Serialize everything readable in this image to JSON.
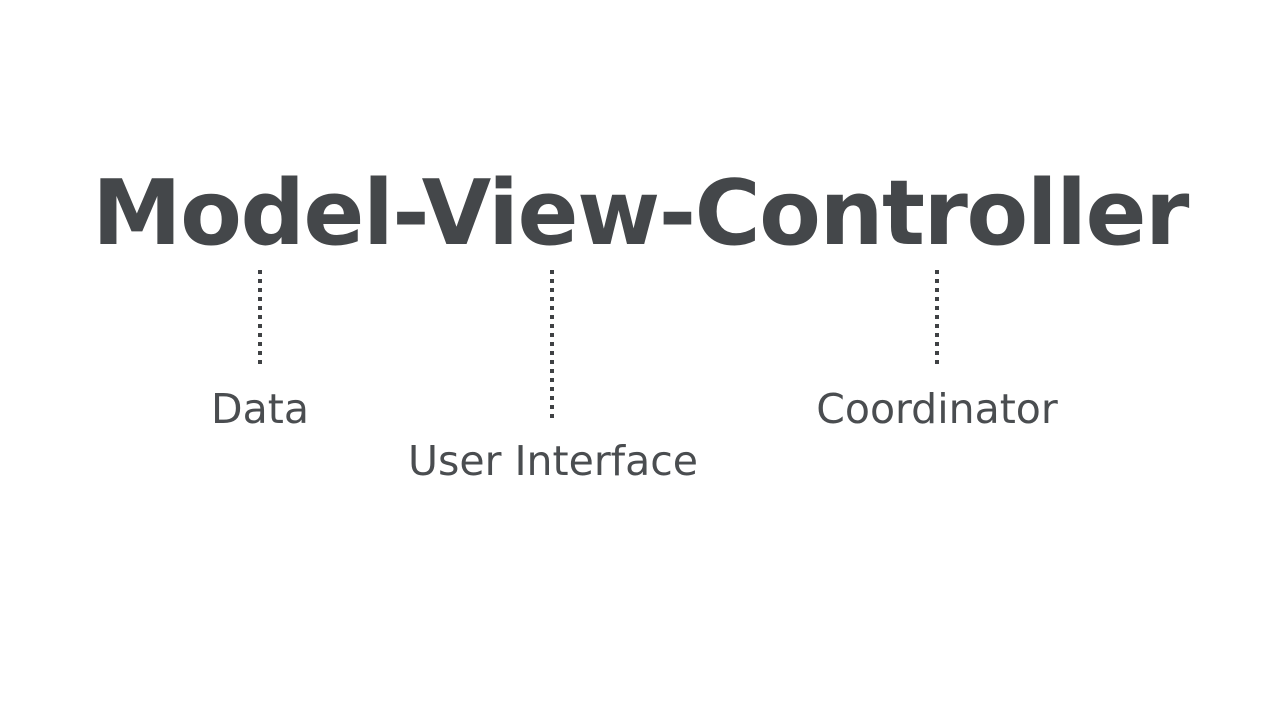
{
  "diagram": {
    "title": "Model-View-Controller",
    "colors": {
      "background": "#ffffff",
      "title_text": "#44474a",
      "label_text": "#4a4d50",
      "connector": "#3f4144"
    },
    "nodes": [
      {
        "id": "model",
        "term": "Model",
        "label": "Data",
        "connector": "dotted-vertical-line"
      },
      {
        "id": "view",
        "term": "View",
        "label": "User Interface",
        "connector": "dotted-vertical-line"
      },
      {
        "id": "controller",
        "term": "Controller",
        "label": "Coordinator",
        "connector": "dotted-vertical-line"
      }
    ]
  }
}
